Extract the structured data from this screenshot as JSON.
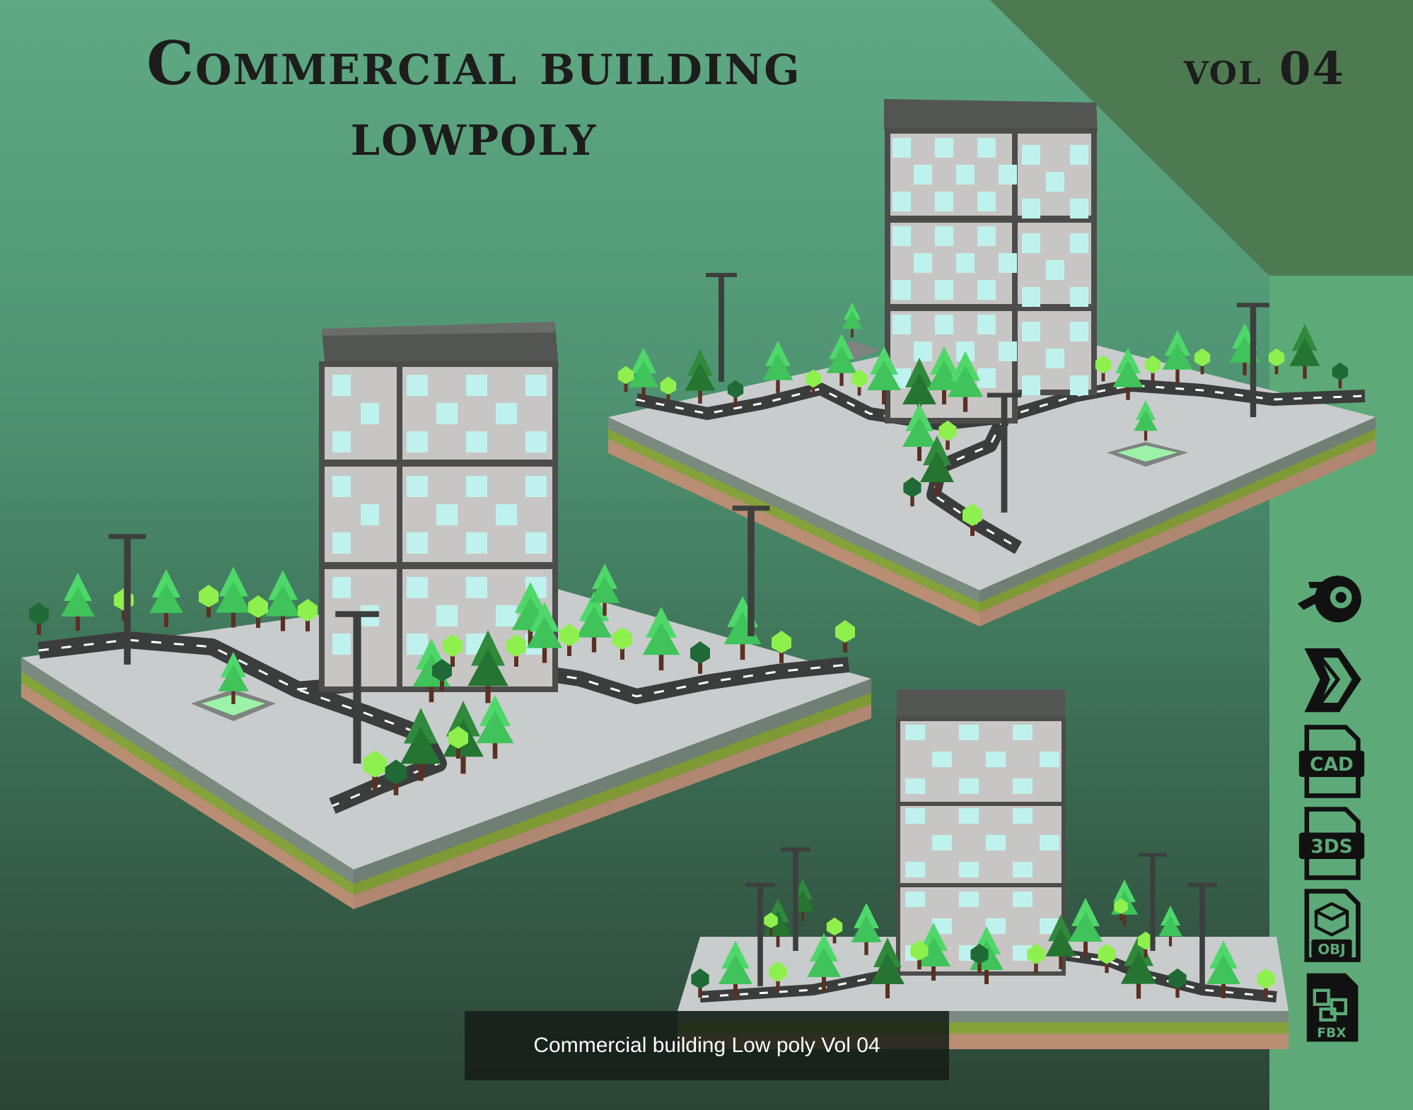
{
  "title": {
    "line1": "Commercial building",
    "line2": "lowpoly"
  },
  "volume_label": "vol 04",
  "caption": "Commercial building Low poly Vol 04",
  "format_icons": [
    {
      "name": "blender-icon"
    },
    {
      "name": "3dsmax-icon"
    },
    {
      "name": "cad-icon",
      "label": "CAD"
    },
    {
      "name": "3ds-icon",
      "label": "3DS"
    },
    {
      "name": "obj-icon",
      "label": "OBJ"
    },
    {
      "name": "fbx-icon",
      "label": "FBX"
    }
  ],
  "colors": {
    "bg_top": "#5fa984",
    "bg_bottom": "#2c4435",
    "corner_dark": "#4e7a52",
    "side_band": "#5daa78",
    "ground": "#c9cccd",
    "road": "#3b3d3d",
    "window": "#bff2ef",
    "facade": "#c8c6c4",
    "trim": "#4c4c4a",
    "tree_light": "#45d35f",
    "tree_dark": "#2f8a3b"
  }
}
